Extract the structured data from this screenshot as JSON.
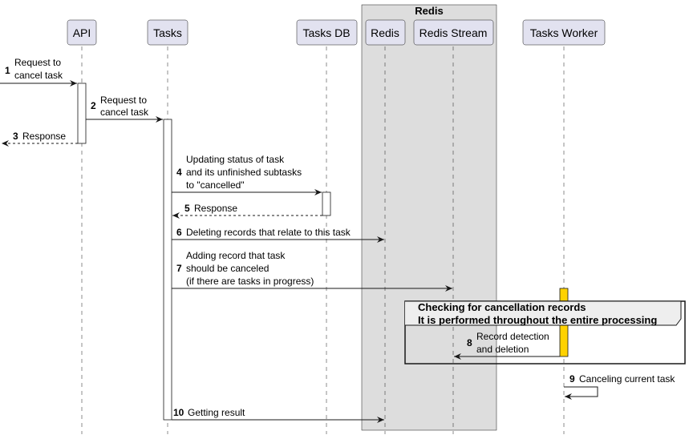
{
  "diagram": {
    "box_title": "Redis",
    "participants": [
      "API",
      "Tasks",
      "Tasks DB",
      "Redis",
      "Redis Stream",
      "Tasks Worker"
    ],
    "messages": [
      {
        "num": "1",
        "lines": [
          "Request to",
          "cancel task"
        ]
      },
      {
        "num": "2",
        "lines": [
          "Request to",
          "cancel task"
        ]
      },
      {
        "num": "3",
        "lines": [
          "Response"
        ]
      },
      {
        "num": "4",
        "lines": [
          "Updating status of task",
          "and its unfinished subtasks",
          "to \"cancelled\""
        ]
      },
      {
        "num": "5",
        "lines": [
          "Response"
        ]
      },
      {
        "num": "6",
        "lines": [
          "Deleting records that relate to this task"
        ]
      },
      {
        "num": "7",
        "lines": [
          "Adding record that task",
          "should be canceled",
          "(if there are tasks in progress)"
        ]
      },
      {
        "num": "8",
        "lines": [
          "Record detection",
          "and deletion"
        ]
      },
      {
        "num": "9",
        "lines": [
          "Canceling current task"
        ]
      },
      {
        "num": "10",
        "lines": [
          "Getting result"
        ]
      }
    ],
    "group": {
      "lines": [
        "Checking for cancellation records",
        "It is performed throughout the entire processing"
      ]
    },
    "colors": {
      "participant_fill": "#E2E2F0",
      "box_fill": "#DDDDDD",
      "activation_fill": "#FFFFFF",
      "worker_activation_fill": "#FFD200",
      "line": "#181818"
    }
  }
}
